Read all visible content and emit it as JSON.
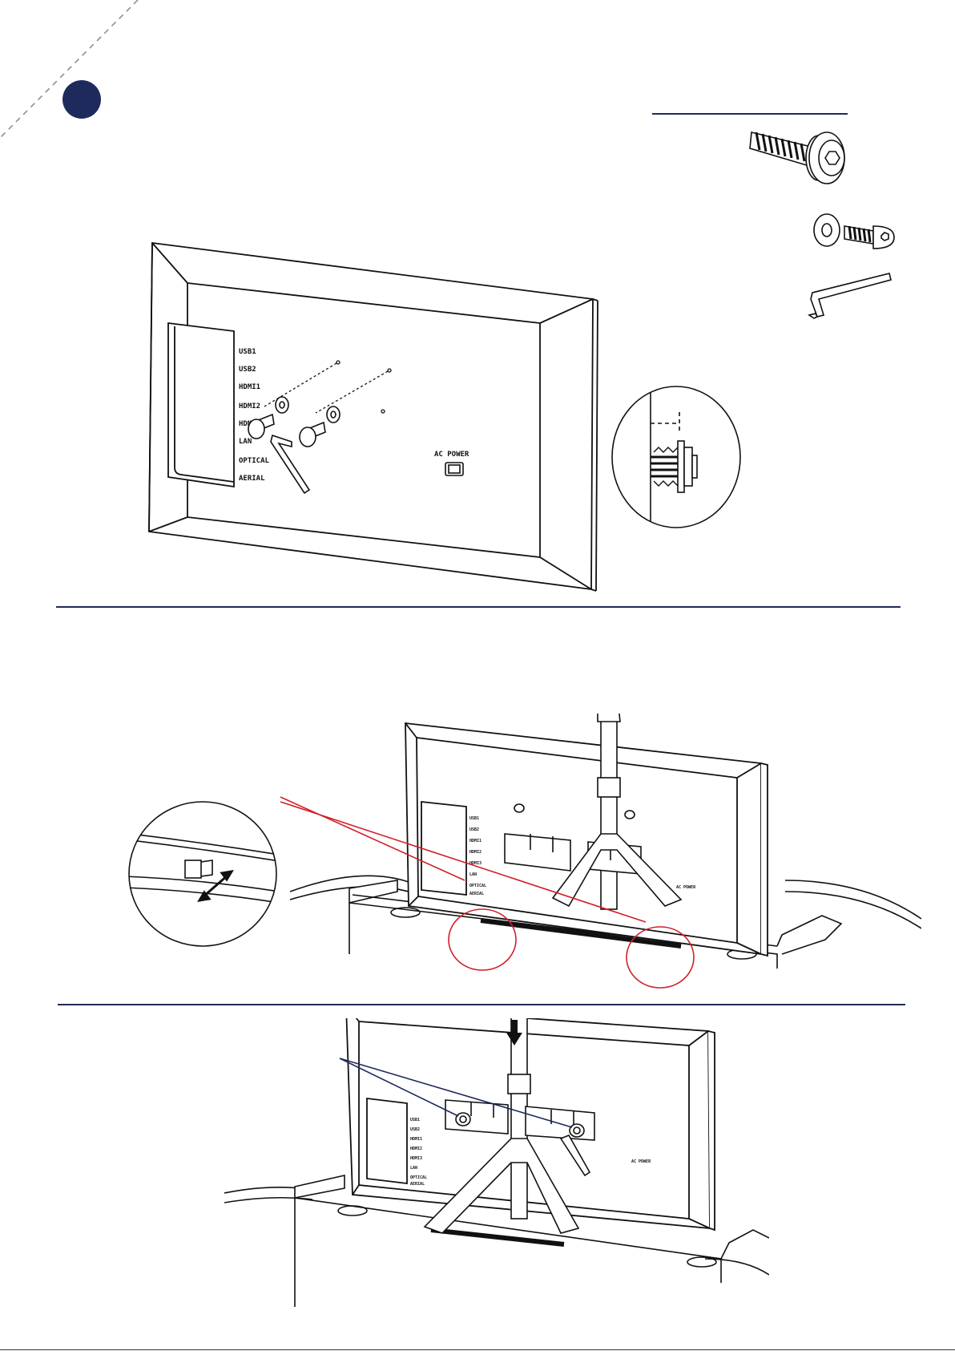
{
  "tv_back_panel": {
    "port_labels": [
      "USB1",
      "USB2",
      "HDMI1",
      "HDMI2",
      "HDMI3",
      "LAN",
      "OPTICAL",
      "AERIAL"
    ],
    "ac_power_label": "AC POWER"
  },
  "colors": {
    "accent_navy": "#1f2a5c",
    "callout_red": "#d0202a",
    "line_black": "#111111"
  },
  "icons": {
    "step_badge": "step-number-circle",
    "bolt": "large-hex-socket-bolt-icon",
    "washer": "washer-icon",
    "screw": "hex-socket-screw-icon",
    "allen_key": "allen-key-icon",
    "arrow_down": "arrow-down-icon"
  }
}
